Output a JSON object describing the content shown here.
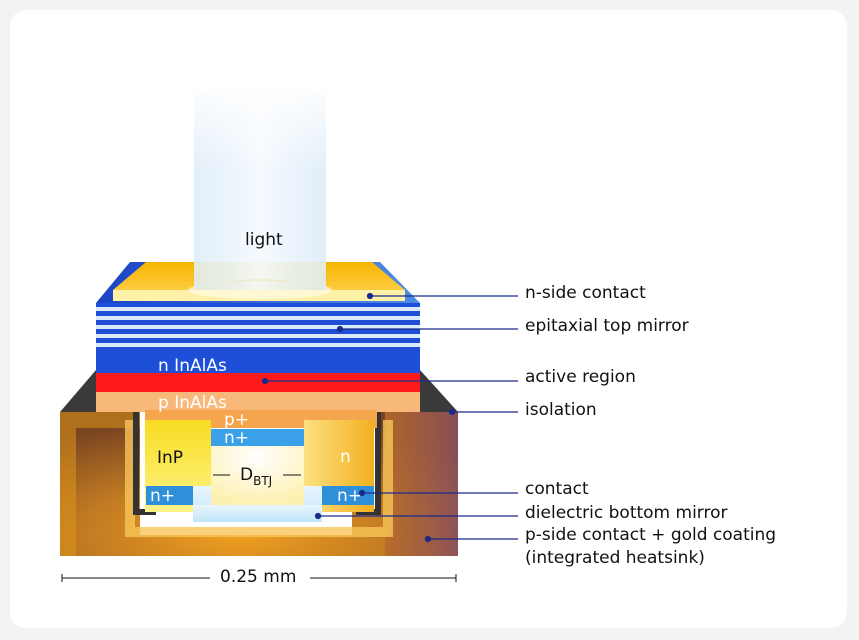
{
  "labels": {
    "light": "light",
    "n_inalas": "n InAlAs",
    "p_inalas": "p InAlAs",
    "p_plus": "p+",
    "n_plus_center": "n+",
    "inp": "InP",
    "n_right": "n",
    "d_btj_main": "D",
    "d_btj_sub": "BTJ",
    "n_plus_left": "n+",
    "n_plus_right": "n+",
    "scale": "0.25 mm"
  },
  "callouts": [
    "n-side contact",
    "epitaxial top mirror",
    "active region",
    "isolation",
    "contact",
    "dielectric bottom mirror",
    "p-side contact + gold coating",
    "(integrated heatsink)"
  ],
  "colors": {
    "active_region": "#ff1a1a",
    "mirror_blue": "#1e4fd8",
    "p_inalas": "#f7b87a",
    "gold": "#f5b800",
    "heatsink_brown": "#b0701f",
    "callout_line": "#1a2a8a"
  }
}
